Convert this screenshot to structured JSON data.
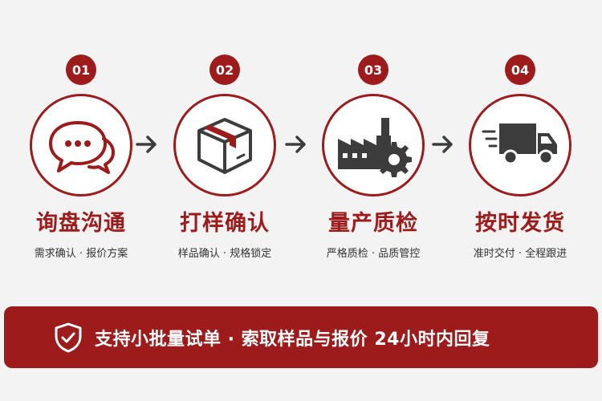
{
  "colors": {
    "accent": "#9d1b1b",
    "icon": "#3c3c3c",
    "background": "#f3f3f3"
  },
  "steps": [
    {
      "number": "01",
      "title": "询盘沟通",
      "subtitle": "需求确认 · 报价方案",
      "icon": "chat-bubbles-icon"
    },
    {
      "number": "02",
      "title": "打样确认",
      "subtitle": "样品确认 · 规格锁定",
      "icon": "box-icon"
    },
    {
      "number": "03",
      "title": "量产质检",
      "subtitle": "严格质检 · 品质管控",
      "icon": "factory-gear-icon"
    },
    {
      "number": "04",
      "title": "按时发货",
      "subtitle": "准时交付 · 全程跟进",
      "icon": "delivery-truck-icon"
    }
  ],
  "banner": {
    "text": "支持小批量试单 · 索取样品与报价  24小时内回复",
    "icon": "shield-check-icon"
  }
}
